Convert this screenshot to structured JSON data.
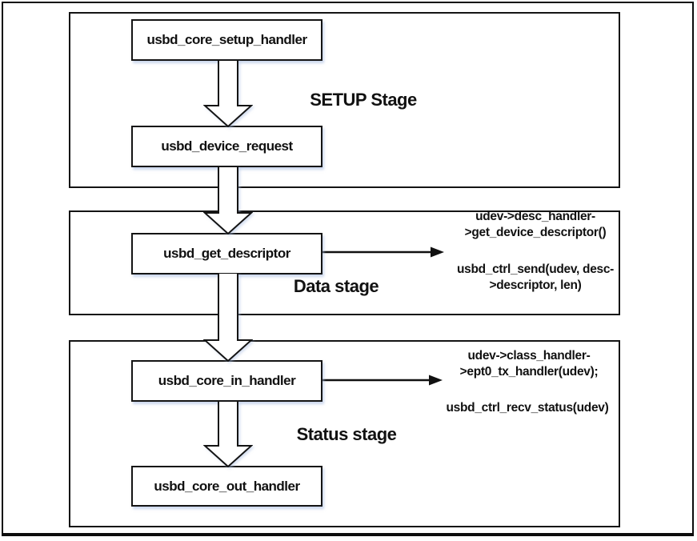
{
  "stages": {
    "setup": {
      "label": "SETUP Stage",
      "boxes": {
        "b1": "usbd_core_setup_handler",
        "b2": "usbd_device_request"
      }
    },
    "data": {
      "label": "Data stage",
      "boxes": {
        "b1": "usbd_get_descriptor"
      },
      "callouts": {
        "top": "udev->desc_handler-\n>get_device_descriptor()",
        "bottom": "usbd_ctrl_send(udev, desc-\n>descriptor, len)"
      }
    },
    "status": {
      "label": "Status stage",
      "boxes": {
        "b1": "usbd_core_in_handler",
        "b2": "usbd_core_out_handler"
      },
      "callouts": {
        "top": "udev->class_handler-\n>ept0_tx_handler(udev);",
        "bottom": "usbd_ctrl_recv_status(udev)"
      }
    }
  },
  "colors": {
    "ink": "#111111",
    "border": "#141414",
    "box_fill": "#ffffff",
    "shadow": "#a0b6de",
    "background": "#ffffff"
  }
}
